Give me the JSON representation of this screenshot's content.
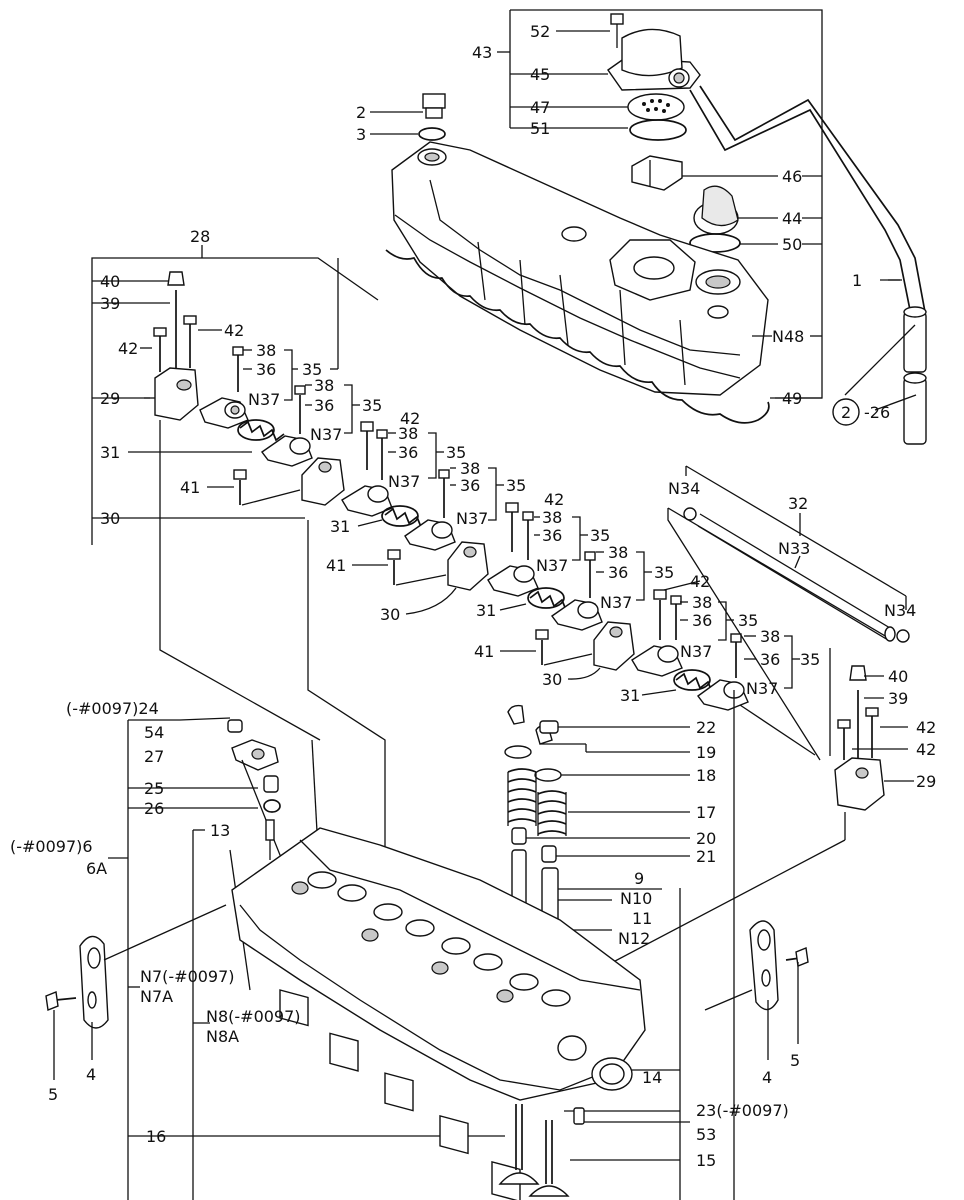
{
  "callouts": {
    "c52": "52",
    "c43": "43",
    "c45": "45",
    "c47": "47",
    "c51": "51",
    "c2": "2",
    "c3": "3",
    "c46": "46",
    "c44": "44",
    "c50": "50",
    "c1": "1",
    "cN48": "N48",
    "c49": "49",
    "c2circ": "2",
    "c26b": "-26",
    "c28": "28",
    "c40a": "40",
    "c39a": "39",
    "c42a": "42",
    "c42b": "42",
    "c38a": "38",
    "c36a": "36",
    "c35a": "35",
    "c29a": "29",
    "cN37a": "N37",
    "c38b": "38",
    "c36b": "36",
    "c35b": "35",
    "c31a": "31",
    "cN37b": "N37",
    "c42c": "42",
    "c38c": "38",
    "c36c": "36",
    "c35c": "35",
    "c41a": "41",
    "cN37c": "N37",
    "c38d": "38",
    "c36d": "36",
    "c35d": "35",
    "c30a": "30",
    "c42d": "42",
    "c38e": "38",
    "c36e": "36",
    "c35e": "35",
    "c31b": "31",
    "cN37d": "N37",
    "c41b": "41",
    "cN37e": "N37",
    "c38f": "38",
    "c36f": "36",
    "c35f": "35",
    "c30b": "30",
    "c42e": "42",
    "c38g": "38",
    "c36g": "36",
    "c35g": "35",
    "c31c": "31",
    "cN37f": "N37",
    "c41c": "41",
    "cN37g": "N37",
    "c38h": "38",
    "c36h": "36",
    "c35h": "35",
    "c30c": "30",
    "c31d": "31",
    "cN37h": "N37",
    "cN34a": "N34",
    "c32": "32",
    "cN33": "N33",
    "cN34b": "N34",
    "c40b": "40",
    "c39b": "39",
    "c42f": "42",
    "c42g": "42",
    "c29b": "29",
    "c24": "(-#0097)24",
    "c54": "54",
    "c27": "27",
    "c25": "25",
    "c26": "26",
    "c6": "(-#0097)6",
    "c6A": "6A",
    "c13": "13",
    "c22": "22",
    "c19": "19",
    "c18": "18",
    "c17": "17",
    "c20": "20",
    "c21": "21",
    "c9": "9",
    "cN10": "N10",
    "c11": "11",
    "cN12": "N12",
    "cN7": "N7(-#0097)",
    "cN7A": "N7A",
    "cN8": "N8(-#0097)",
    "cN8A": "N8A",
    "c5a": "5",
    "c4a": "4",
    "c4b": "4",
    "c5b": "5",
    "c14": "14",
    "c23": "23(-#0097)",
    "c53": "53",
    "c16": "16",
    "c15": "15"
  }
}
